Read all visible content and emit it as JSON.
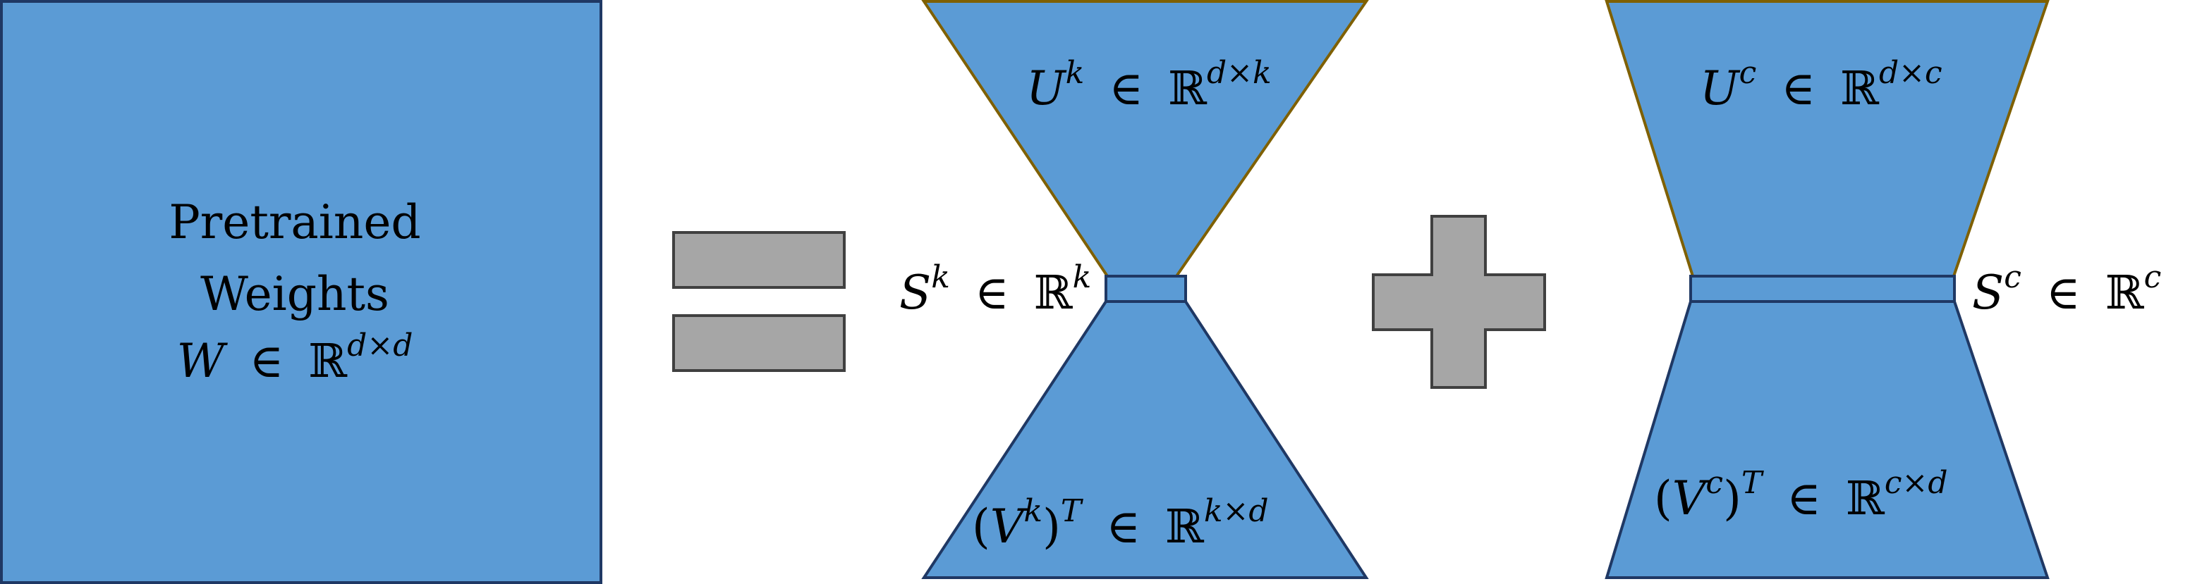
{
  "colors": {
    "block_fill": "#5b9bd5",
    "block_stroke": "#1f3864",
    "top_triangle_stroke": "#7f6000",
    "operator_fill": "#a6a6a6",
    "operator_stroke": "#404040"
  },
  "pretrained": {
    "line1": "Pretrained",
    "line2": "Weights",
    "w": "W",
    "in": "∈",
    "R": "ℝ",
    "sup": "d×d"
  },
  "operators": {
    "equals": "=",
    "plus": "+"
  },
  "svd_k": {
    "U": {
      "base": "U",
      "base_sup": "k",
      "in": "∈",
      "R": "ℝ",
      "sup": "d×k"
    },
    "S": {
      "base": "S",
      "base_sup": "k",
      "in": "∈",
      "R": "ℝ",
      "sup": "k"
    },
    "V": {
      "open": "(",
      "base": "V",
      "base_sup": "k",
      "close": ")",
      "t_sup": "T",
      "in": "∈",
      "R": "ℝ",
      "sup": "k×d"
    }
  },
  "svd_c": {
    "U": {
      "base": "U",
      "base_sup": "c",
      "in": "∈",
      "R": "ℝ",
      "sup": "d×c"
    },
    "S": {
      "base": "S",
      "base_sup": "c",
      "in": "∈",
      "R": "ℝ",
      "sup": "c"
    },
    "V": {
      "open": "(",
      "base": "V",
      "base_sup": "c",
      "close": ")",
      "t_sup": "T",
      "in": "∈",
      "R": "ℝ",
      "sup": "c×d"
    }
  }
}
